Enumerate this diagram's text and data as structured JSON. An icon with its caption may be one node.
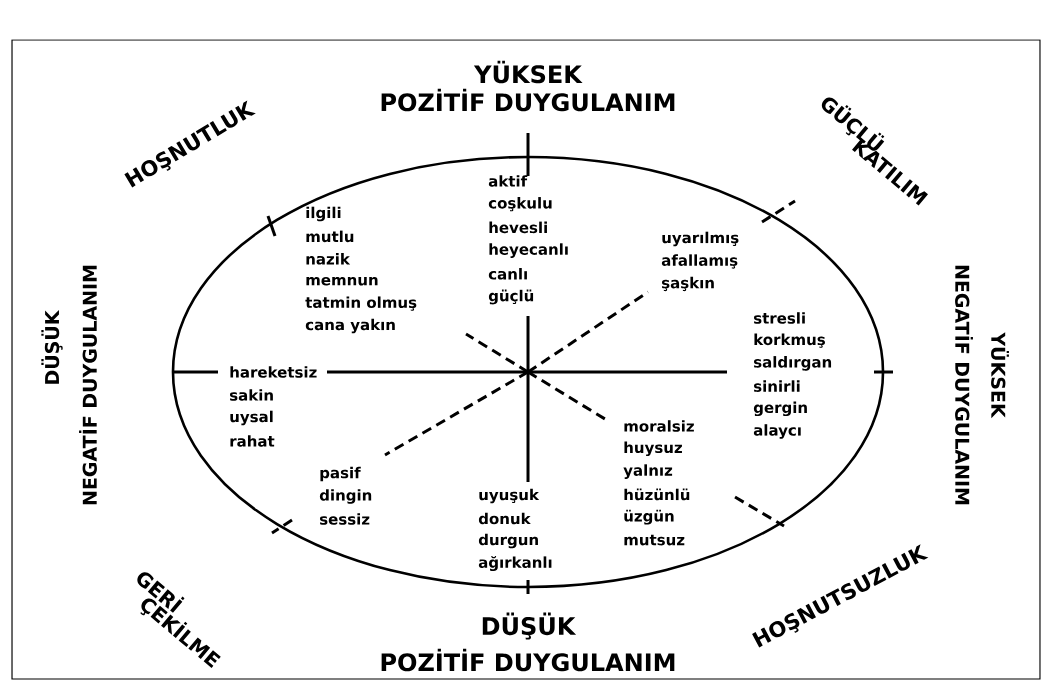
{
  "diagram": {
    "labels": [
      "YÜKSEK",
      "POZİTİF DUYGULANIM",
      "HOŞNUTLUK",
      "GÜÇLÜ",
      "KATILIM",
      "aktif",
      "coşkulu",
      "hevesli",
      "heyecanlı",
      "canlı",
      "güçlü",
      "ilgili",
      "mutlu",
      "nazik",
      "memnun",
      "tatmin olmuş",
      "cana yakın",
      "uyarılmış",
      "afallamış",
      "şaşkın",
      "DÜŞÜK",
      "NEGATİF DUYGULANIM",
      "YÜKSEK",
      "NEGATİF DUYGULANIM",
      "stresli",
      "korkmuş",
      "saldırgan",
      "sinirli",
      "gergin",
      "alaycı",
      "hareketsiz",
      "sakin",
      "uysal",
      "rahat",
      "moralsiz",
      "huysuz",
      "yalnız",
      "hüzünlü",
      "üzgün",
      "mutsuz",
      "pasif",
      "dingin",
      "sessiz",
      "uyuşuk",
      "donuk",
      "durgun",
      "ağırkanlı",
      "GERİ",
      "ÇEKİLME",
      "HOŞNUTSUZLUK",
      "DÜŞÜK",
      "POZİTİF DUYGULANIM"
    ]
  }
}
